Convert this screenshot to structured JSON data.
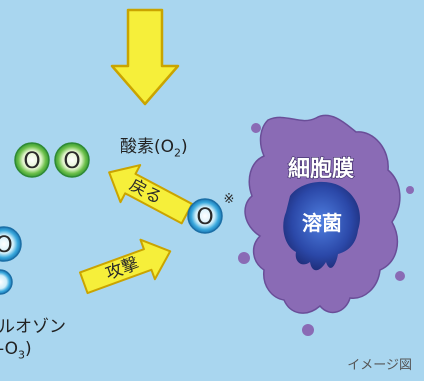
{
  "diagram": {
    "oxygen_label": "酸素(O",
    "oxygen_sub": "2",
    "oxygen_close": ")",
    "return_label": "戻る",
    "attack_label": "攻撃",
    "atom_label": "O",
    "note_mark": "※",
    "membrane_label": "細胞膜",
    "lysis_label": "溶菌",
    "ozone_line1": "ルオゾン",
    "ozone_line2": "-O",
    "ozone_sub": "3",
    "ozone_close": ")",
    "caption": "イメージ図"
  },
  "colors": {
    "background": "#a9d6ef",
    "arrow_fill": "#f6ef3a",
    "arrow_stroke": "#caa400",
    "membrane": "#8a6bb5",
    "lysis_blob": "#2f4fb0",
    "oxygen_atom": "#4fc06a",
    "single_atom": "#2d9fd6"
  }
}
